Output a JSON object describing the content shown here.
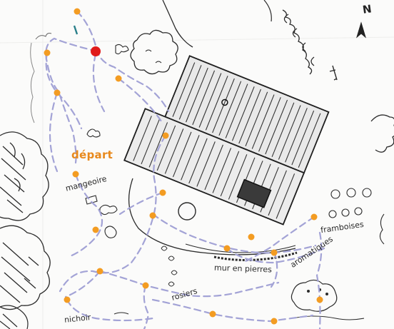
{
  "labels": {
    "depart": "départ",
    "mangeoire": "mangeoire",
    "framboises": "framboises",
    "aromatiques": "aromatiques",
    "mur": "mur en pierres",
    "rosiers": "rosiers",
    "nichoir": "nichoir",
    "north": "N"
  },
  "colors": {
    "path": "#a3a3d6",
    "waypoint": "#f39c22",
    "current_position": "#e01b1b",
    "ink": "#2b2b2b",
    "start_label": "#e8891c"
  },
  "icons": [
    "north-arrow-icon",
    "house-icon",
    "tree-icon",
    "bush-icon",
    "bird-icon",
    "feeder-icon",
    "birdhouse-icon",
    "rose-icon",
    "herb-icon",
    "raspberry-icon"
  ]
}
